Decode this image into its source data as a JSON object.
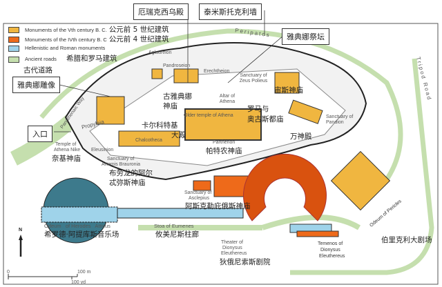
{
  "callouts": {
    "erechtheion_zh": "厄瑞克西乌殿",
    "themistocles_wall": "泰米斯托克利墙",
    "altar_athena_zh": "雅典娜祭坛",
    "athena_statue": "雅典娜雕像",
    "entrance": "入口"
  },
  "legend": [
    {
      "label": "Monuments of the Vth century B. C.",
      "zh": "公元前 5 世纪建筑",
      "color": "#f0b640"
    },
    {
      "label": "Monuments of the IVth century B. C",
      "zh": "公元前 4 世纪建筑",
      "color": "#ee6a1a"
    },
    {
      "label": "Hellenistic and Roman monuments",
      "zh": "希腊和罗马建筑",
      "color": "#9fd3ea"
    },
    {
      "label": "Ancient roads",
      "zh": "古代道路",
      "color": "#c5dfae"
    }
  ],
  "labels": {
    "aglaureion": "Aglaureion",
    "pandroseion": "Pandroseion",
    "erechtheion": "Erechtheion",
    "peripatos": "Peripatos",
    "tripod_road": "Tripod Road",
    "panathenaic_way": "Panathenaic Way",
    "zeus_en": "Sanctuary of Zeus Polieus",
    "zeus_zh": "宙斯神庙",
    "altar_en": "Altar of Athena",
    "older_temple_en": "Older temple of Athena",
    "older_temple_zh1": "古雅典娜",
    "older_temple_zh2": "神庙",
    "propylaia": "Propylaia",
    "chalcotheca_en": "Chalcotheca",
    "chalcotheca_zh1": "卡尔科特基",
    "chalcotheca_zh2": "大殿",
    "parthenon_en": "Parthenon",
    "parthenon_zh": "帕特农神庙",
    "roma_zh1": "罗马与",
    "roma_zh2": "奥古斯都庙",
    "pandion_en": "Sanctuary of Pandion",
    "pandion_zh": "万神殿",
    "nike_en1": "Temple of",
    "nike_en2": "Athena Nike",
    "nike_zh": "奈基神庙",
    "eleusinion": "Eleusinion",
    "artemis_en1": "Sanctuary of",
    "artemis_en2": "Artemis Brauronia",
    "artemis_zh1": "布劳龙的阿尔",
    "artemis_zh2": "忒弥斯神庙",
    "asclepius_en1": "Sanctuary of",
    "asclepius_en2": "Asclepius",
    "asclepius_zh": "阿斯克勒庇俄斯神庙",
    "odeum_herodes_en": "Odeum   of Herodes   Atticus",
    "odeum_herodes_zh": "希罗德·阿提库斯音乐场",
    "stoa_en": "Stoa of Eumenes",
    "stoa_zh": "攸美尼斯柱廊",
    "theater_en1": "Theater of",
    "theater_en2": "Dionysus",
    "theater_en3": "Eleuthereus",
    "theater_zh": "狄俄尼索斯剧院",
    "temenos_en1": "Temenos of",
    "temenos_en2": "Dionysus",
    "temenos_en3": "Eleuthereus",
    "odeum_pericles_en": "Odeum of Pericles",
    "odeum_pericles_zh": "伯里克利大剧场"
  },
  "compass": {
    "north": "N"
  },
  "scale": {
    "zero": "0",
    "meters": "100 m",
    "yards": "100 yd"
  }
}
